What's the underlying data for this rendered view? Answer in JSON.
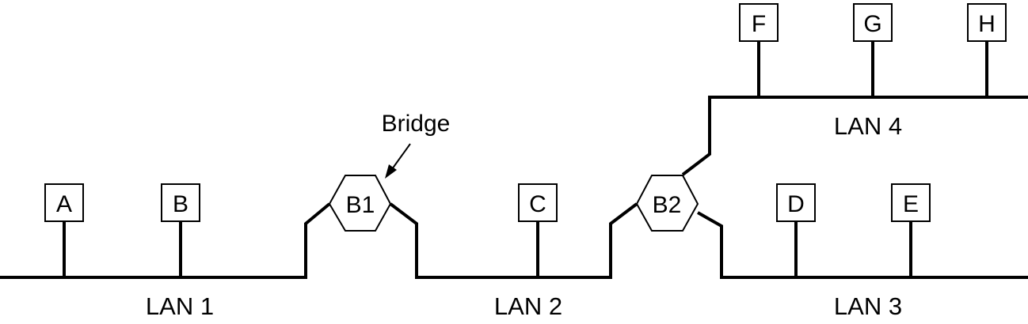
{
  "stations": {
    "a": "A",
    "b": "B",
    "c": "C",
    "d": "D",
    "e": "E",
    "f": "F",
    "g": "G",
    "h": "H"
  },
  "bridges": {
    "b1": "B1",
    "b2": "B2"
  },
  "lans": {
    "lan1": "LAN 1",
    "lan2": "LAN 2",
    "lan3": "LAN 3",
    "lan4": "LAN 4"
  },
  "annotation": {
    "bridge": "Bridge"
  },
  "colors": {
    "line": "#000000",
    "background": "#ffffff"
  }
}
